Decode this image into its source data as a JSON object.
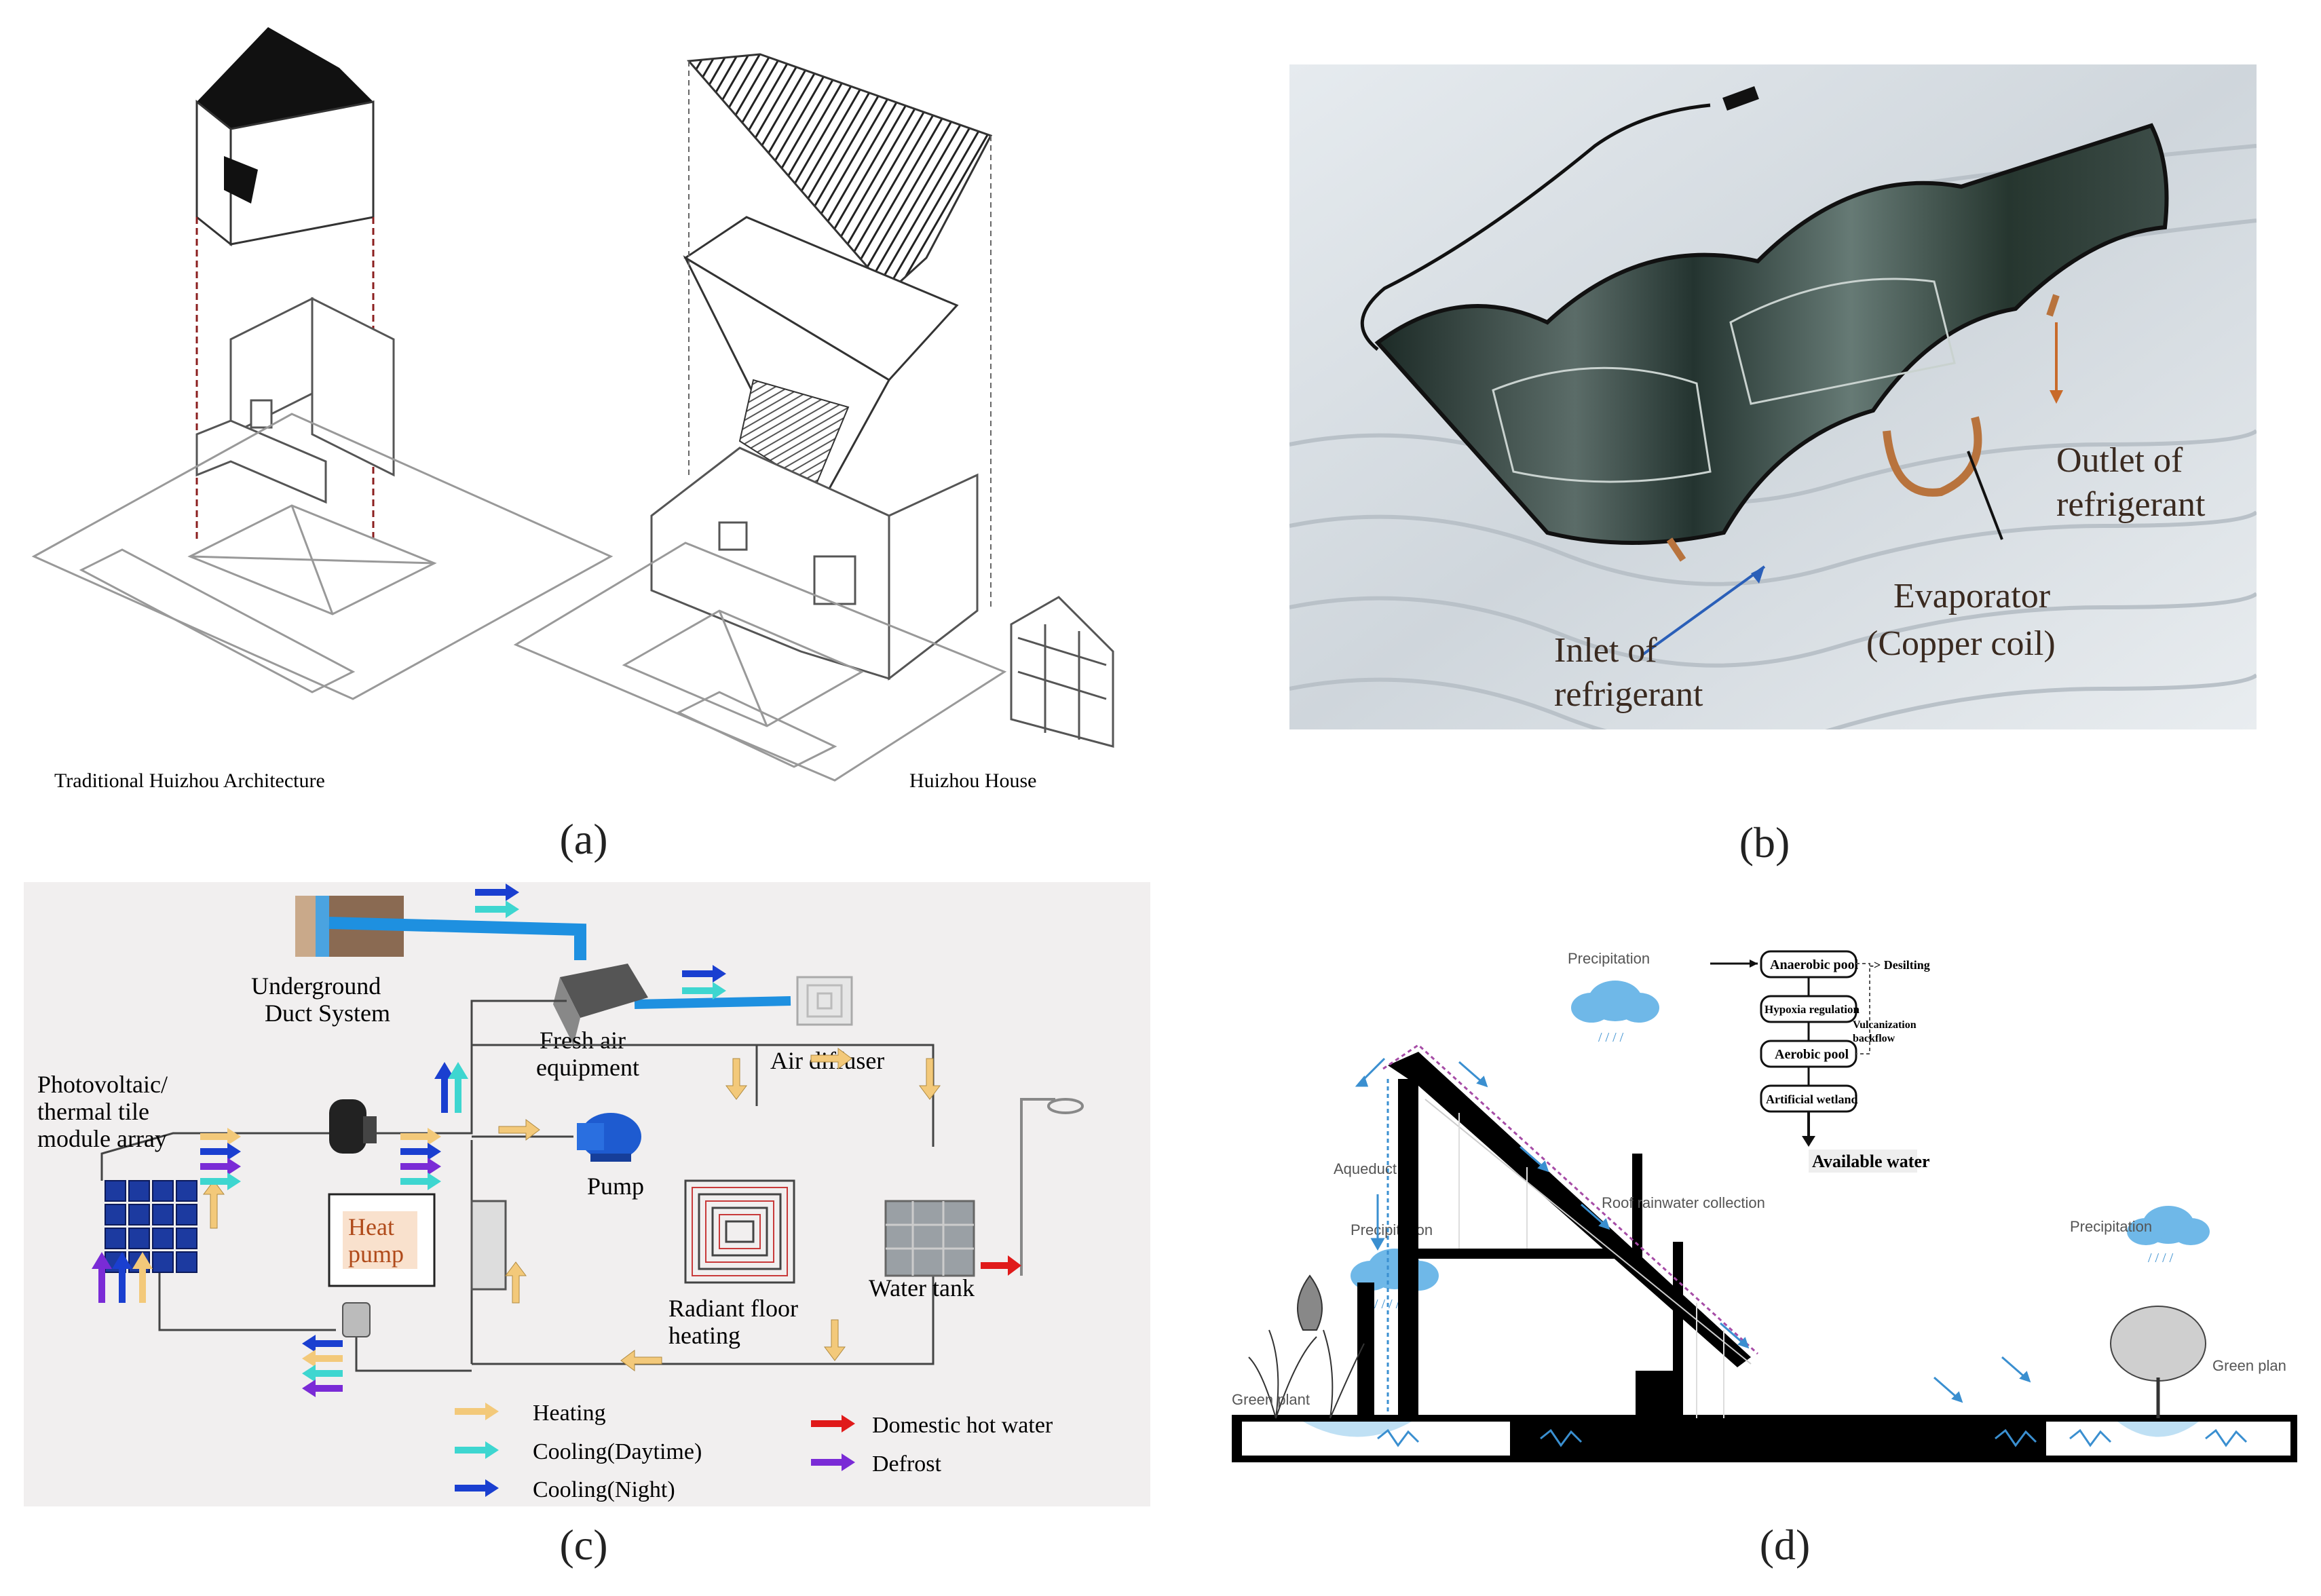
{
  "panel_a": {
    "caption_left": "Traditional Huizhou Architecture",
    "caption_right": "Huizhou House",
    "label": "(a)"
  },
  "panel_b": {
    "outlet": [
      "Outlet of",
      "refrigerant"
    ],
    "evaporator": [
      "Evaporator",
      "(Copper coil)"
    ],
    "inlet": [
      "Inlet of",
      "refrigerant"
    ],
    "label": "(b)"
  },
  "panel_c": {
    "underground": [
      "Underground",
      "Duct System"
    ],
    "fresh_air": [
      "Fresh air",
      "equipment"
    ],
    "air_diffuser": "Air diffuser",
    "pv": [
      "Photovoltaic/",
      "thermal tile",
      "module array"
    ],
    "heat_pump": [
      "Heat",
      "pump"
    ],
    "pump": "Pump",
    "radiant": [
      "Radiant floor",
      "heating"
    ],
    "water_tank": "Water tank",
    "legend": {
      "heating": "Heating",
      "cooling_day": "Cooling(Daytime)",
      "cooling_night": "Cooling(Night)",
      "hot_water": "Domestic hot water",
      "defrost": "Defrost"
    },
    "colors": {
      "heating": "#f3c97a",
      "cooling_day": "#3ed6d0",
      "cooling_night": "#1a3fd0",
      "hot_water": "#e01a1a",
      "defrost": "#7a2bd6",
      "duct": "#1e90e0"
    },
    "label": "(c)"
  },
  "panel_d": {
    "precip_top": "Precipitation",
    "precip_left": "Precipitation",
    "precip_right": "Precipitation",
    "aqueduct": "Aqueduct",
    "roof_collection": "Roof rainwater collection",
    "green_left": "Green plant",
    "green_right": "Green plan",
    "flow": {
      "anaerobic": "Anaerobic pool",
      "desilting": "-> Desilting",
      "hypoxia": "Hypoxia regulation",
      "vulcanization": [
        "Vulcanization",
        "backflow"
      ],
      "aerobic": "Aerobic pool",
      "wetland": "Artificial wetland",
      "available": "Available water"
    },
    "label": "(d)"
  }
}
